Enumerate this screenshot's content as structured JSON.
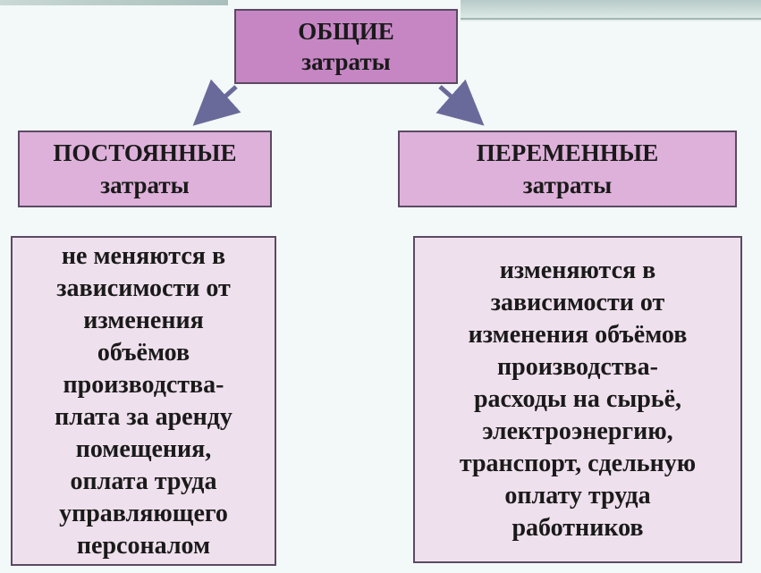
{
  "top": {
    "line1": "ОБЩИЕ",
    "line2": "затраты"
  },
  "left": {
    "title_line1": "ПОСТОЯННЫЕ",
    "title_line2": "затраты",
    "description": [
      "не меняются в",
      "зависимости от",
      "изменения",
      "объёмов",
      "производства-",
      "плата за аренду",
      "помещения,",
      "оплата труда",
      "управляющего",
      "персоналом"
    ]
  },
  "right": {
    "title_line1": "ПЕРЕМЕННЫЕ",
    "title_line2": "затраты",
    "description": [
      "изменяются в",
      "зависимости от",
      "изменения объёмов",
      "производства-",
      "расходы на сырьё,",
      "электроэнергию,",
      "транспорт, сдельную",
      "оплату труда",
      "работников"
    ]
  },
  "colors": {
    "top_box": "#c686c4",
    "header_box": "#deb1da",
    "desc_box": "#efe0ed",
    "border": "#5b4a63",
    "arrow": "#6a6a9a"
  }
}
